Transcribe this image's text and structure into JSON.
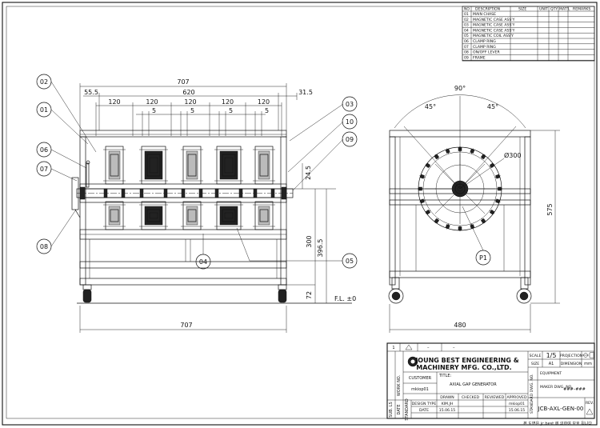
{
  "bom": {
    "headers": [
      "NO",
      "DESCRIPTION",
      "SIZE",
      "UNIT",
      "QTY",
      "MAT'L",
      "REMARKS"
    ],
    "rows": [
      {
        "no": "01",
        "desc": "MAIN CHASE"
      },
      {
        "no": "02",
        "desc": "MAGNETIC CASE ASS'Y"
      },
      {
        "no": "03",
        "desc": "MAGNETIC CASE ASS'Y"
      },
      {
        "no": "04",
        "desc": "MAGNETIC CASE ASS'Y"
      },
      {
        "no": "05",
        "desc": "MAGNETIC COIL ASS'Y"
      },
      {
        "no": "06",
        "desc": "CLAMP RING"
      },
      {
        "no": "07",
        "desc": "CLAMP RING"
      },
      {
        "no": "08",
        "desc": "ON/OFF LEVER"
      },
      {
        "no": "09",
        "desc": "FRAME"
      }
    ]
  },
  "front": {
    "dims": {
      "overall_top": "707",
      "left_ext": "55.5",
      "inner": "620",
      "right_ext": "31.5",
      "pitch": [
        "120",
        "120",
        "120",
        "120",
        "120"
      ],
      "gap": [
        "5",
        "5",
        "5",
        "5"
      ],
      "h_24": "24.5",
      "h_300": "300",
      "h_396": "396.5",
      "h_72": "72",
      "overall_bottom": "707",
      "floor": "F.L. ±0"
    },
    "balloons": [
      "02",
      "01",
      "06",
      "07",
      "08",
      "04",
      "05",
      "03",
      "10",
      "09"
    ]
  },
  "side": {
    "dims": {
      "angle_top": "90°",
      "angle_l": "45°",
      "angle_r": "45°",
      "dia": "Ø300",
      "height": "575",
      "width": "480"
    },
    "balloon": "P1"
  },
  "title_block": {
    "rev_no": "1",
    "dash1": "–",
    "dash2": "–",
    "company_line1": "JOUNG BEST ENGINEERING &",
    "company_line2": "MACHINERY MFG. CO.,LTD.",
    "customer_label": "CUSTOMER",
    "customer_value": "mkiop01",
    "title_label": "TITLE:",
    "title_value": "AXIAL GAP GENERATOR",
    "scale_label": "SCALE",
    "scale_value": "1/5",
    "projection_label": "PROJECTION",
    "size_label": "SIZE",
    "size_value": "A1",
    "dimension_label": "DIMENSION",
    "dimension_value": "mm",
    "equipment_label": "EQUIPMENT",
    "maker_label": "MAKER DWG. NO.",
    "maker_value": "###–###",
    "drawn": "DRAWN",
    "checked": "CHECKED",
    "reviewed": "REVIEWED",
    "approved": "APPROVED",
    "design_type_label": "DESIGN TYPE",
    "design_type_value": "KIM.JH",
    "date_label": "DATE",
    "date_value": "15.06.15",
    "approved_name": "mkiop01",
    "approved_date": "15.06.15",
    "standard_dwg": "STANDARD DWG. NO.",
    "dwg_no": "JCB-AXL-GEN-00",
    "rev_label": "REV.",
    "work_no": "WORK NO.",
    "sub_ls": "SUB. LS",
    "date_col": "DATE",
    "standard": "STANDARD",
    "footer": "본 도면은 jc.best 에 의하여 보호 됩니다"
  }
}
